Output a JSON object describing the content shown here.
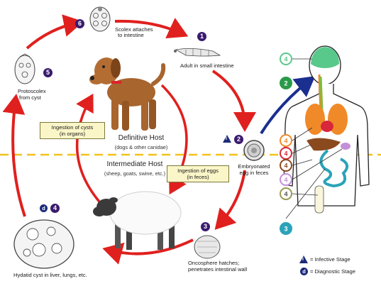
{
  "stages": {
    "s1": {
      "num": "1",
      "label_lines": [
        "Adult in small intestine"
      ]
    },
    "s2": {
      "num": "2",
      "label_lines": [
        "Embryonated",
        "egg in feces"
      ]
    },
    "s3": {
      "num": "3",
      "label_lines": [
        "Oncosphere hatches;",
        "penetrates intestinal wall"
      ]
    },
    "s4": {
      "num": "4",
      "label_lines": [
        "Hydatid cyst in liver, lungs, etc."
      ]
    },
    "s5": {
      "num": "5",
      "label_lines": [
        "Protoscolex",
        "from cyst"
      ]
    },
    "s6": {
      "num": "6",
      "label_lines": [
        "Scolex attaches",
        "to intestine"
      ]
    }
  },
  "hosts": {
    "definitive": {
      "title": "Definitive Host",
      "subtitle": "(dogs & other canidae)"
    },
    "intermediate": {
      "title": "Intermediate Host",
      "subtitle": "(sheep, goats, swine, etc.)"
    }
  },
  "boxes": {
    "cysts": {
      "line1": "Ingestion of cysts",
      "line2": "(in organs)"
    },
    "eggs": {
      "line1": "Ingestion of eggs",
      "line2": "(in feces)"
    }
  },
  "human_markers": [
    "4",
    "2",
    "4",
    "4",
    "4",
    "4",
    "4",
    "3"
  ],
  "stage_symbols": {
    "infective": "i",
    "diagnostic": "d"
  },
  "legend": {
    "infective": "= Infective Stage",
    "diagnostic": "= Diagnostic Stage"
  },
  "colors": {
    "cycle_arrow": "#e0201e",
    "human_arrow": "#1a2f8f",
    "divider": "#f2c21a",
    "badge": "#3a1b6e",
    "box_fill": "#fbf6c8"
  }
}
